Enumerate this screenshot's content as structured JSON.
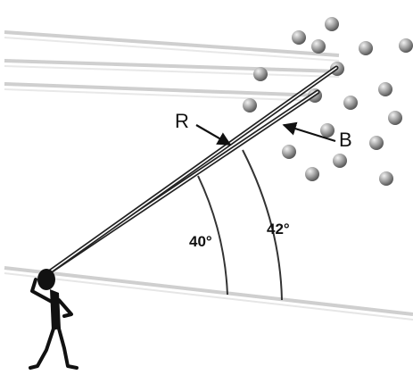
{
  "labels": {
    "red_ray": "R",
    "blue_ray": "B",
    "angle_red": "40°",
    "angle_blue": "42°"
  },
  "colors": {
    "ray": "#222222",
    "sunlight": "#cfcfcf",
    "ground": "#cfcfcf",
    "droplet_dark": "#5a5a5a",
    "droplet_light": "#e6e6e6",
    "observer": "#111111"
  }
}
